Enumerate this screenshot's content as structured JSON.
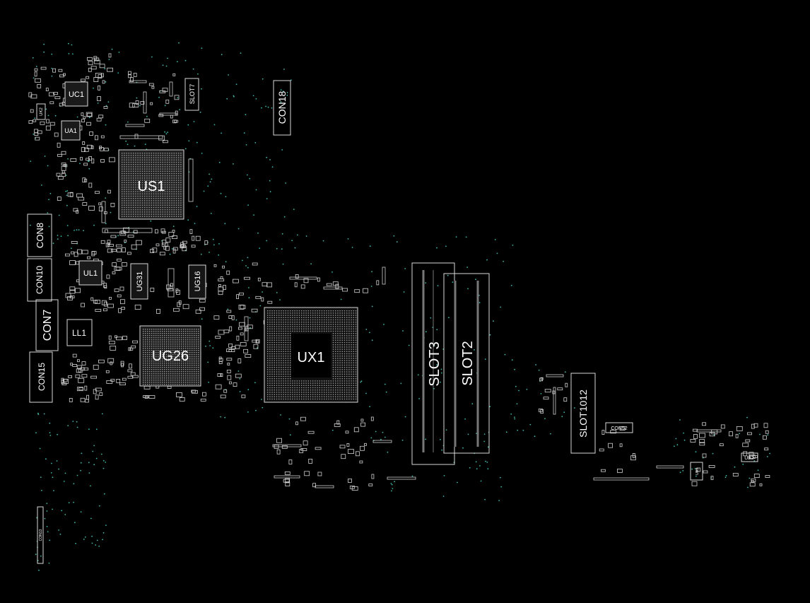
{
  "colors": {
    "background": "#000000",
    "outline": "#d9d9d9",
    "pad": "#cfcfcf",
    "via": "#3fb7a8",
    "label": "#ffffff"
  },
  "components": {
    "US1": "US1",
    "UX1": "UX1",
    "UG26": "UG26",
    "SLOT3": "SLOT3",
    "SLOT2": "SLOT2",
    "SLOT1012": "SLOT1012",
    "CON18": "CON18",
    "SLOT7": "SLOT7",
    "UC1": "UC1",
    "UA1": "UA1",
    "UL1": "UL1",
    "UG31": "UG31",
    "UG16": "UG16",
    "LL1": "LL1",
    "CON8": "CON8",
    "CON10": "CON10",
    "CON7": "CON7",
    "CON15": "CON15",
    "CON52": "CON52",
    "UB2": "UB2",
    "UK2": "UK2",
    "CON13": "CON13",
    "UB3": "UB3"
  }
}
